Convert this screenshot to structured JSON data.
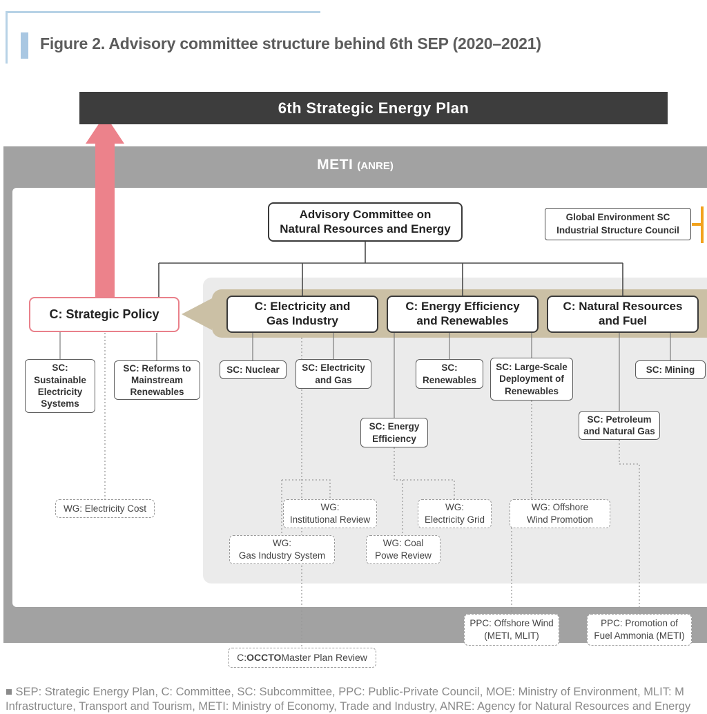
{
  "figure_title": "Figure 2. Advisory committee structure behind 6th SEP (2020–2021)",
  "banner": {
    "label": "6th Strategic Energy Plan"
  },
  "meti": {
    "org": "METI",
    "agency": "(ANRE)"
  },
  "boxes": {
    "advisory_committee": "Advisory Committee on\nNatural Resources and Energy",
    "global_environment": "Global Environment SC\nIndustrial Structure Council",
    "c_strategic_policy": "C: Strategic Policy",
    "c_electricity_gas": "C: Electricity and\nGas Industry",
    "c_energy_efficiency": "C: Energy Efficiency\nand Renewables",
    "c_natural_resources": "C: Natural Resources\nand Fuel",
    "sc_sustainable": "SC:\nSustainable\nElectricity\nSystems",
    "sc_reforms": "SC: Reforms to\nMainstream\nRenewables",
    "sc_nuclear": "SC: Nuclear",
    "sc_electricity_gas": "SC: Electricity\nand Gas",
    "sc_renewables": "SC:\nRenewables",
    "sc_large_scale": "SC: Large-Scale\nDeployment of\nRenewables",
    "sc_mining": "SC: Mining",
    "sc_energy_efficiency": "SC: Energy\nEfficiency",
    "sc_petroleum": "SC: Petroleum\nand Natural Gas",
    "wg_electricity_cost": "WG: Electricity Cost",
    "wg_institutional": "WG:\nInstitutional Review",
    "wg_electricity_grid": "WG:\nElectricity Grid",
    "wg_gas_industry": "WG:\nGas Industry System",
    "wg_coal_power": "WG: Coal\nPowe Review",
    "wg_offshore_wind": "WG: Offshore\nWind Promotion",
    "ppc_offshore_wind": "PPC: Offshore Wind\n(METI, MLIT)",
    "ppc_fuel_ammonia": "PPC: Promotion of\nFuel Ammonia (METI)",
    "occto": {
      "prefix": "C: ",
      "bold": "OCCTO",
      "suffix": " Master Plan Review"
    }
  },
  "footer": {
    "line1": "■ SEP: Strategic Energy Plan, C: Committee, SC: Subcommittee, PPC: Public-Private Council, MOE: Ministry of Environment, MLIT: M",
    "line2": "Infrastructure, Transport and Tourism, METI: Ministry of Economy, Trade and Industry, ANRE: Agency for Natural Resources and Energy"
  },
  "colors": {
    "banner_bg": "#3d3d3d",
    "meti_bg": "#a2a2a2",
    "subpanel_bg": "#ebebeb",
    "tan_band": "#cbc0a5",
    "pink_arrow": "#ec828b",
    "strategic_border": "#e9808a",
    "orange_accent": "#f2a21c",
    "accent_blue": "#a9c7e2"
  }
}
